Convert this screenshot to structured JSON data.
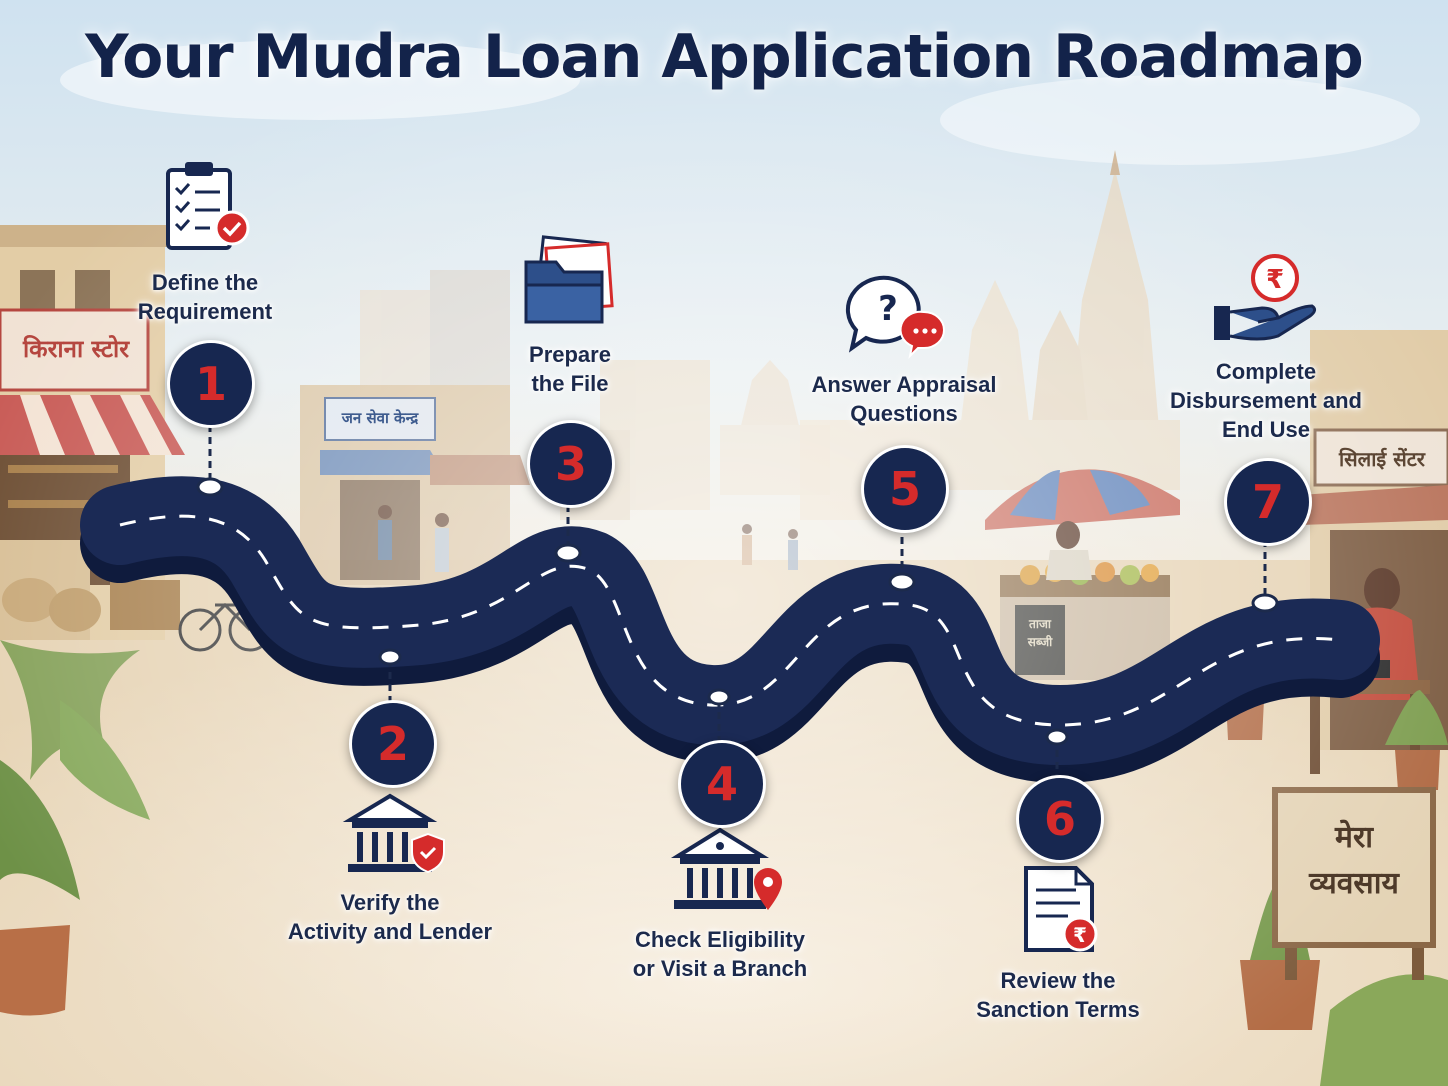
{
  "title": "Your Mudra Loan Application Roadmap",
  "colors": {
    "navy": "#172750",
    "accent_red": "#d52b2b",
    "road": "#1b2a55"
  },
  "steps": [
    {
      "number": "1",
      "lines": [
        "Define the",
        "Requirement"
      ],
      "icon": "clipboard-checklist-icon"
    },
    {
      "number": "2",
      "lines": [
        "Verify the",
        "Activity and Lender"
      ],
      "icon": "bank-shield-icon"
    },
    {
      "number": "3",
      "lines": [
        "Prepare",
        "the File"
      ],
      "icon": "folder-documents-icon"
    },
    {
      "number": "4",
      "lines": [
        "Check Eligibility",
        "or Visit a Branch"
      ],
      "icon": "bank-location-icon"
    },
    {
      "number": "5",
      "lines": [
        "Answer Appraisal",
        "Questions"
      ],
      "icon": "question-chat-icon"
    },
    {
      "number": "6",
      "lines": [
        "Review the",
        "Sanction Terms"
      ],
      "icon": "rupee-document-icon"
    },
    {
      "number": "7",
      "lines": [
        "Complete",
        "Disbursement and",
        "End Use"
      ],
      "icon": "rupee-hand-icon"
    }
  ],
  "background_signs": {
    "kirana": "किराना स्टोर",
    "jan_seva": "जन सेवा केन्द्र",
    "silai": "सिलाई सेंटर",
    "mera_line1": "मेरा",
    "mera_line2": "व्यवसाय",
    "stall_line1": "ताजा",
    "stall_line2": "सब्जी"
  }
}
